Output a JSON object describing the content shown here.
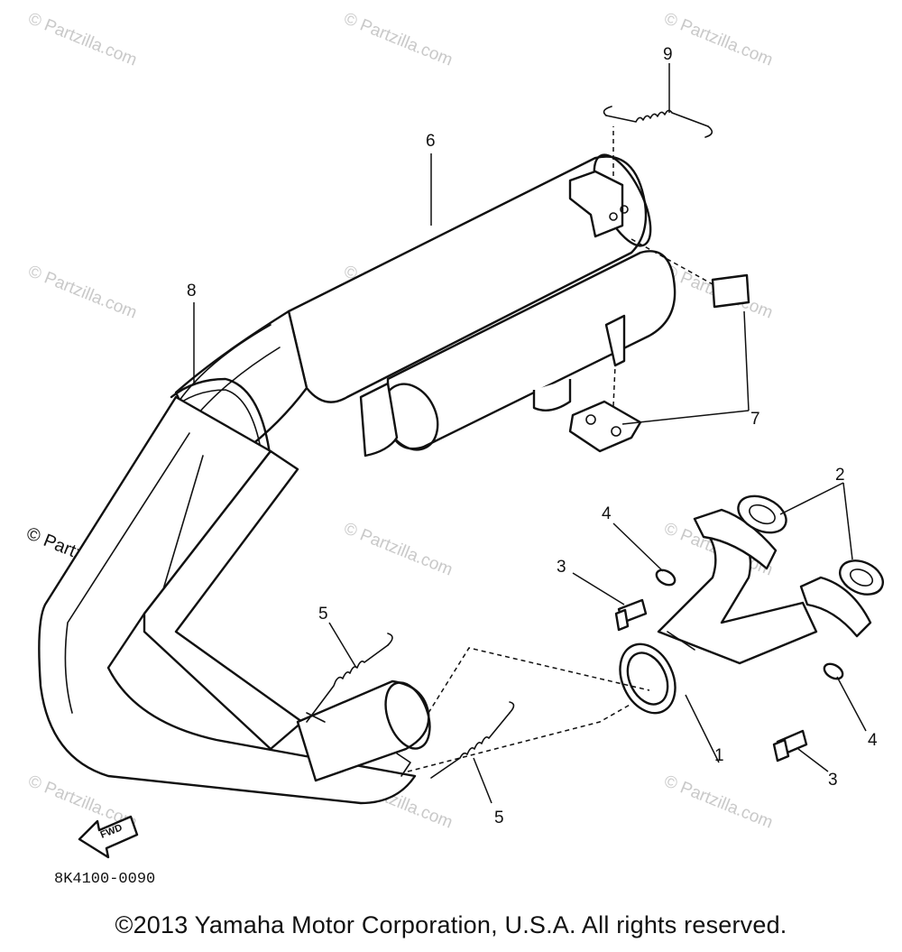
{
  "callouts": {
    "c1": "1",
    "c2": "2",
    "c3a": "3",
    "c3b": "3",
    "c4a": "4",
    "c4b": "4",
    "c5a": "5",
    "c5b": "5",
    "c6": "6",
    "c7": "7",
    "c8": "8",
    "c9": "9"
  },
  "watermark": "© Partzilla.com",
  "fwd_label": "FWD",
  "diagram_code": "8K4100-0090",
  "copyright": "©2013 Yamaha Motor Corporation, U.S.A. All rights reserved."
}
